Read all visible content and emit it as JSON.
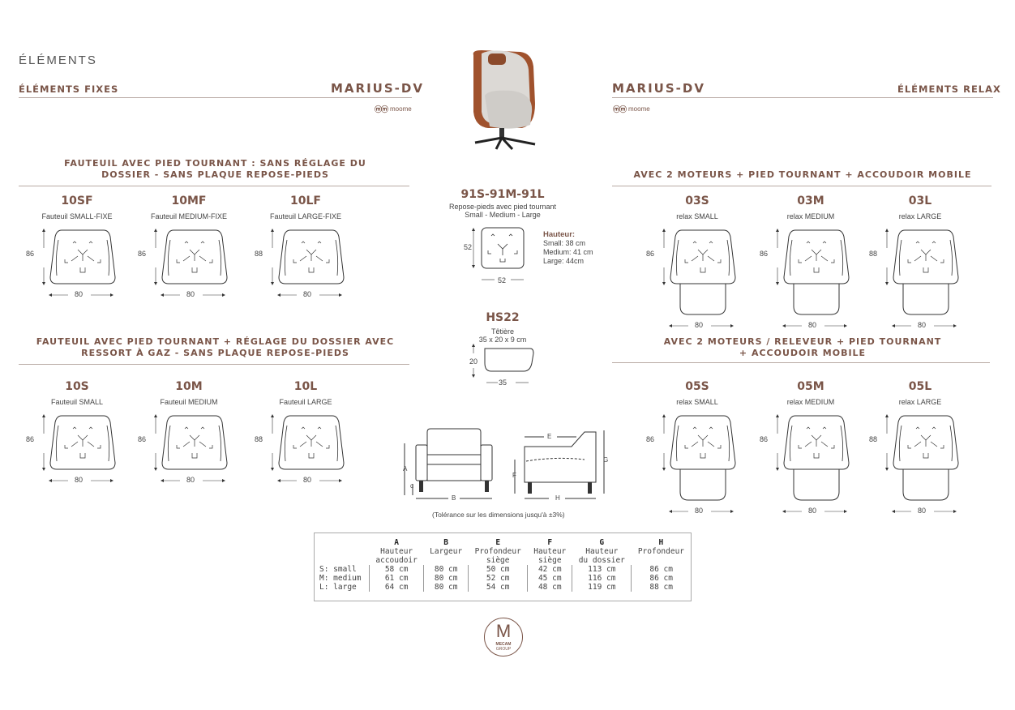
{
  "page_heading": "ÉLÉMENTS",
  "left_section": "ÉLÉMENTS FIXES",
  "right_section": "ÉLÉMENTS RELAX",
  "brand": "MARIUS-DV",
  "logo_text": "moome",
  "group_fixed_1": [
    "FAUTEUIL AVEC PIED TOURNANT : SANS RÉGLAGE DU",
    "DOSSIER - SANS PLAQUE REPOSE-PIEDS"
  ],
  "group_fixed_2": [
    "FAUTEUIL AVEC PIED TOURNANT + RÉGLAGE DU DOSSIER AVEC",
    "RESSORT À GAZ - SANS PLAQUE REPOSE-PIEDS"
  ],
  "group_relax_1": [
    "AVEC 2 MOTEURS + PIED TOURNANT + ACCOUDOIR MOBILE"
  ],
  "group_relax_2": [
    "AVEC 2 MOTEURS / RELEVEUR + PIED TOURNANT",
    "+ ACCOUDOIR MOBILE"
  ],
  "fixed_row1": [
    {
      "code": "10SF",
      "label": "Fauteuil SMALL-FIXE",
      "h": "86",
      "w": "80"
    },
    {
      "code": "10MF",
      "label": "Fauteuil MEDIUM-FIXE",
      "h": "86",
      "w": "80"
    },
    {
      "code": "10LF",
      "label": "Fauteuil LARGE-FIXE",
      "h": "88",
      "w": "80"
    }
  ],
  "fixed_row2": [
    {
      "code": "10S",
      "label": "Fauteuil SMALL",
      "h": "86",
      "w": "80"
    },
    {
      "code": "10M",
      "label": "Fauteuil MEDIUM",
      "h": "86",
      "w": "80"
    },
    {
      "code": "10L",
      "label": "Fauteuil LARGE",
      "h": "88",
      "w": "80"
    }
  ],
  "relax_row1": [
    {
      "code": "03S",
      "label": "relax SMALL",
      "h": "86",
      "w": "80"
    },
    {
      "code": "03M",
      "label": "relax MEDIUM",
      "h": "86",
      "w": "80"
    },
    {
      "code": "03L",
      "label": "relax LARGE",
      "h": "88",
      "w": "80"
    }
  ],
  "relax_row2": [
    {
      "code": "05S",
      "label": "relax SMALL",
      "h": "86",
      "w": "80"
    },
    {
      "code": "05M",
      "label": "relax MEDIUM",
      "h": "86",
      "w": "80"
    },
    {
      "code": "05L",
      "label": "relax LARGE",
      "h": "88",
      "w": "80"
    }
  ],
  "footrest": {
    "code": "91S-91M-91L",
    "label1": "Repose-pieds avec pied tournant",
    "label2": "Small - Medium - Large",
    "h": "52",
    "w": "52",
    "hauteur_title": "Hauteur:",
    "hauteur_lines": [
      "Small: 38 cm",
      "Medium: 41 cm",
      "Large: 44cm"
    ]
  },
  "headrest": {
    "code": "HS22",
    "label1": "Têtière",
    "label2": "35 x 20 x 9 cm",
    "h": "20",
    "w": "35"
  },
  "diagram_letters": {
    "a": "A",
    "b": "B",
    "c": "C",
    "e": "E",
    "f": "F",
    "g": "G",
    "h": "H"
  },
  "tolerance": "(Tolérance sur les dimensions jusqu'à ±3%)",
  "table": {
    "headers": [
      {
        "letter": "A",
        "l1": "Hauteur",
        "l2": "accoudoir"
      },
      {
        "letter": "B",
        "l1": "Largeur",
        "l2": ""
      },
      {
        "letter": "E",
        "l1": "Profondeur",
        "l2": "siège"
      },
      {
        "letter": "F",
        "l1": "Hauteur",
        "l2": "siège"
      },
      {
        "letter": "G",
        "l1": "Hauteur",
        "l2": "du dossier"
      },
      {
        "letter": "H",
        "l1": "Profondeur",
        "l2": ""
      }
    ],
    "rows": [
      {
        "label": "S: small",
        "values": [
          "58 cm",
          "80 cm",
          "50 cm",
          "42 cm",
          "113 cm",
          "86 cm"
        ]
      },
      {
        "label": "M: medium",
        "values": [
          "61 cm",
          "80 cm",
          "52 cm",
          "45 cm",
          "116 cm",
          "86 cm"
        ]
      },
      {
        "label": "L: large",
        "values": [
          "64 cm",
          "80 cm",
          "54 cm",
          "48 cm",
          "119 cm",
          "88 cm"
        ]
      }
    ]
  },
  "group_logo": {
    "letter": "M",
    "line1": "MECAM",
    "line2": "GROUP"
  },
  "colors": {
    "accent": "#7a5548",
    "rule": "#b9aaa4",
    "chair_leather": "#a0522d",
    "chair_fabric": "#d9d6d2"
  }
}
